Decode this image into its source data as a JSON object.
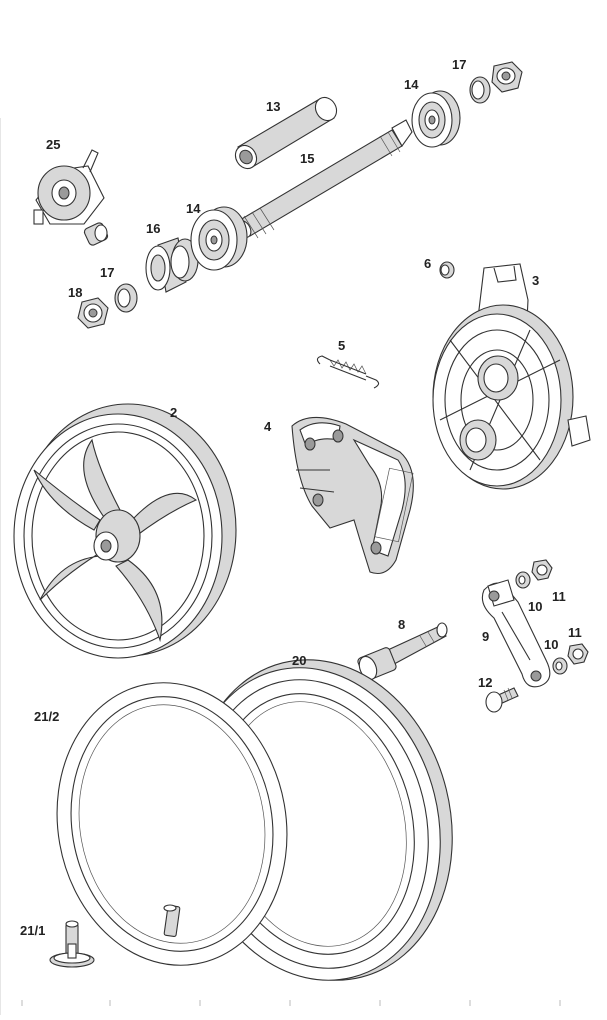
{
  "labels": {
    "l25": "25",
    "l13": "13",
    "l17a": "17",
    "l14a": "14",
    "l15": "15",
    "l16": "16",
    "l14b": "14",
    "l17b": "17",
    "l18": "18",
    "l6": "6",
    "l3": "3",
    "l5": "5",
    "l2": "2",
    "l4": "4",
    "l8": "8",
    "l9": "9",
    "l10a": "10",
    "l11a": "11",
    "l10b": "10",
    "l11b": "11",
    "l12": "12",
    "l20": "20",
    "l21_2": "21/2",
    "l21_1": "21/1"
  },
  "icons": [
    "speedometer-drive",
    "spacer-tube",
    "axle",
    "bearing",
    "nut",
    "washer",
    "bushing",
    "brake-plate",
    "brake-spring",
    "brake-shoe",
    "rim",
    "tyre",
    "inner-tube",
    "valve"
  ]
}
